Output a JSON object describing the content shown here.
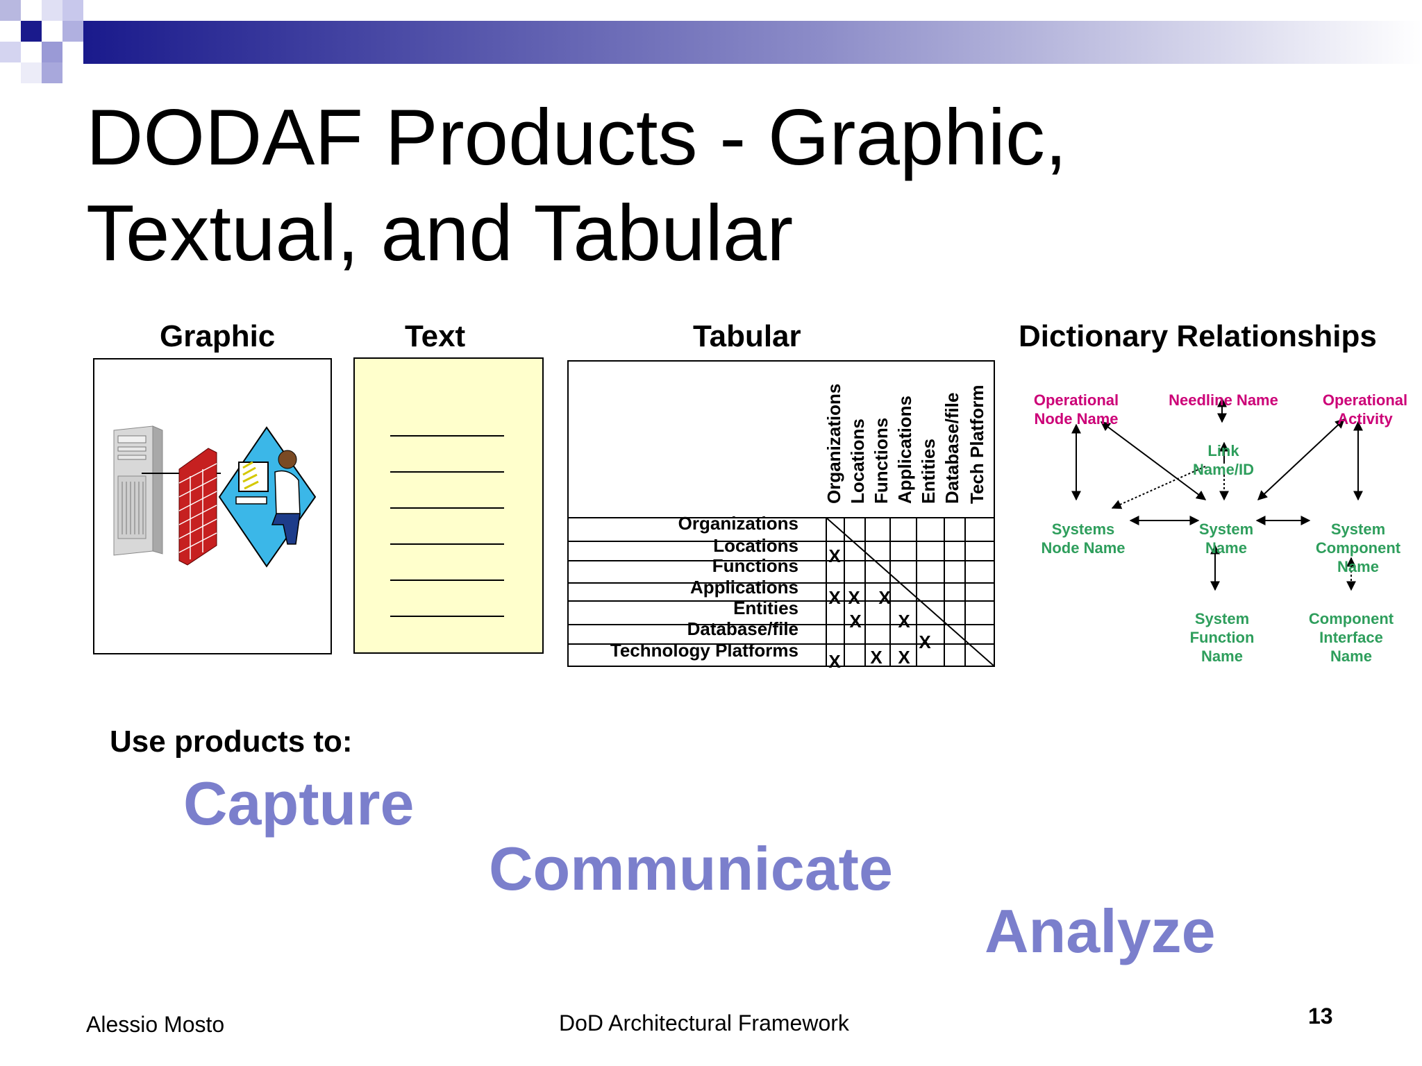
{
  "title": {
    "line1": "DODAF Products - Graphic,",
    "line2": "Textual, and Tabular"
  },
  "sections": {
    "graphic": "Graphic",
    "text": "Text",
    "tabular": "Tabular",
    "dictionary": "Dictionary Relationships"
  },
  "tabular": {
    "column_headers": [
      "Organizations",
      "Locations",
      "Functions",
      "Applications",
      "Entities",
      "Database/file",
      "Tech Platform"
    ],
    "row_labels": [
      "Organizations",
      "Locations",
      "Functions",
      "Applications",
      "Entities",
      "Database/file",
      "Technology Platforms"
    ],
    "mark": "X"
  },
  "dictionary": {
    "operational_node_name": [
      "Operational",
      "Node Name"
    ],
    "needline_name": "Needline Name",
    "operational_activity": [
      "Operational",
      "Activity"
    ],
    "link_name_id": [
      "Link",
      "Name/ID"
    ],
    "systems_node_name": [
      "Systems",
      "Node Name"
    ],
    "system_name": [
      "System",
      "Name"
    ],
    "system_component_name": [
      "System",
      "Component",
      "Name"
    ],
    "system_function_name": [
      "System",
      "Function",
      "Name"
    ],
    "component_interface_name": [
      "Component",
      "Interface",
      "Name"
    ]
  },
  "colors": {
    "operational": "#cc0077",
    "systems": "#2e9e5c",
    "verbs": "#7b7fcc",
    "banner_start": "#1a1a8c",
    "text_panel_fill": "#ffffcc"
  },
  "use_label": "Use products to:",
  "verbs": [
    "Capture",
    "Communicate",
    "Analyze"
  ],
  "footer": {
    "author": "Alessio Mosto",
    "center": "DoD Architectural Framework",
    "page_number": "13"
  }
}
